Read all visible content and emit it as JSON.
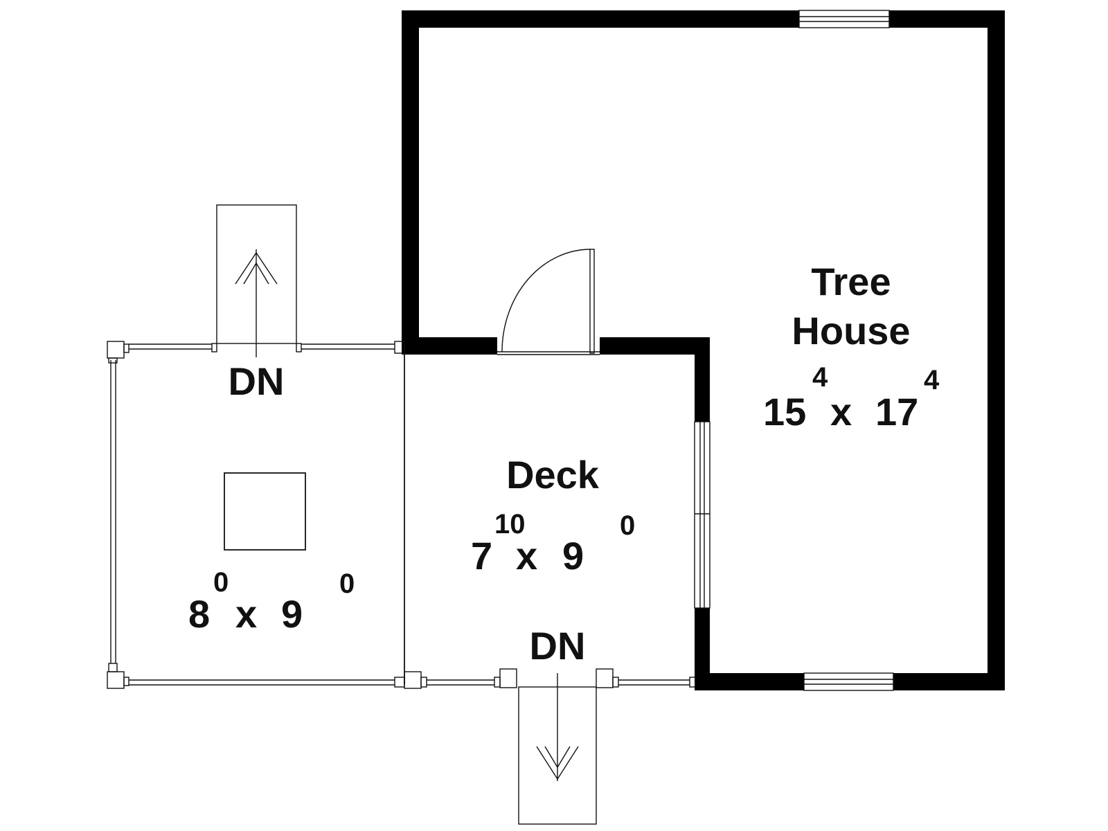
{
  "tree_house": {
    "name_line1": "Tree",
    "name_line2": "House",
    "width_ft": "15",
    "width_in": "4",
    "by": "x",
    "length_ft": "17",
    "length_in": "4"
  },
  "deck": {
    "name": "Deck",
    "width_ft": "7",
    "width_in": "10",
    "by": "x",
    "length_ft": "9",
    "length_in": "0"
  },
  "platform": {
    "width_ft": "8",
    "width_in": "0",
    "by": "x",
    "length_ft": "9",
    "length_in": "0"
  },
  "stairs": {
    "top_label": "DN",
    "bottom_label": "DN"
  },
  "colors": {
    "wall": "#000000",
    "line": "#111111",
    "background": "#ffffff"
  }
}
